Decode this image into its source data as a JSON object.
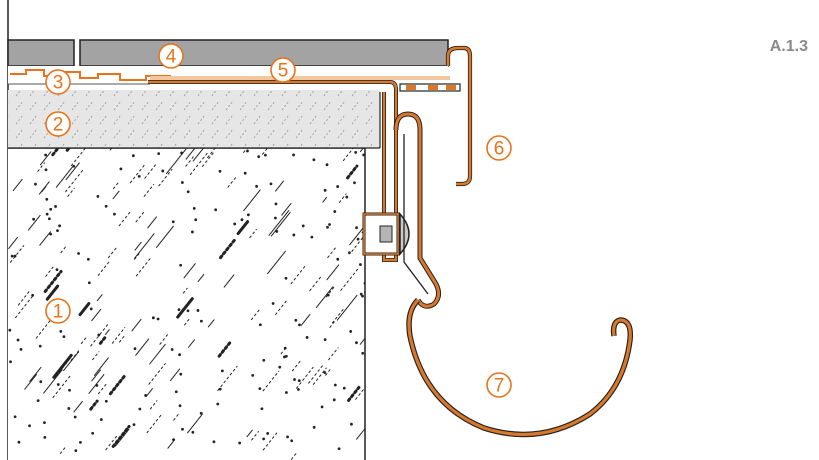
{
  "figure_ref": "A.1.3",
  "callouts": [
    {
      "n": "1",
      "target": "concrete"
    },
    {
      "n": "2",
      "target": "screed"
    },
    {
      "n": "3",
      "target": "spacer"
    },
    {
      "n": "4",
      "target": "tile"
    },
    {
      "n": "5",
      "target": "bonding-layer"
    },
    {
      "n": "6",
      "target": "edge-profile"
    },
    {
      "n": "7",
      "target": "gutter"
    }
  ],
  "colors": {
    "accent": "#e8731c",
    "profile_fill": "#d9782b",
    "tile_fill": "#a3a3a3",
    "screed_fill": "#e6e6e6",
    "outline": "#222222",
    "ref_text": "#8a8a8a"
  }
}
